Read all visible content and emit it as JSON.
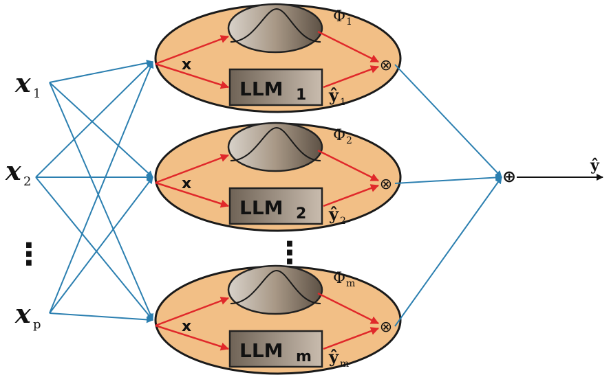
{
  "inputs": [
    {
      "base": "x",
      "sub": "1"
    },
    {
      "base": "x",
      "sub": "2"
    },
    {
      "base": "x",
      "sub": "p"
    }
  ],
  "vertical_dots": "⋮",
  "units": [
    {
      "x_label": "x",
      "model": "LLM",
      "model_sub": "1",
      "phi": "Φ",
      "phi_sub": "1",
      "yhat": "ŷ",
      "yhat_sub": "1",
      "mult": "⊗"
    },
    {
      "x_label": "x",
      "model": "LLM",
      "model_sub": "2",
      "phi": "Φ",
      "phi_sub": "2",
      "yhat": "ŷ",
      "yhat_sub": "2",
      "mult": "⊗"
    },
    {
      "x_label": "x",
      "model": "LLM",
      "model_sub": "m",
      "phi": "Φ",
      "phi_sub": "m",
      "yhat": "ŷ",
      "yhat_sub": "m",
      "mult": "⊗"
    }
  ],
  "sum_symbol": "⊕",
  "output_label": "ŷ",
  "colors": {
    "ellipse_fill": "#f2bf86",
    "ellipse_stroke": "#1a1a1a",
    "blue_arrow": "#2b7fb0",
    "red_arrow": "#e0282a",
    "box_fill": "#958372",
    "box_stroke": "#222222"
  }
}
